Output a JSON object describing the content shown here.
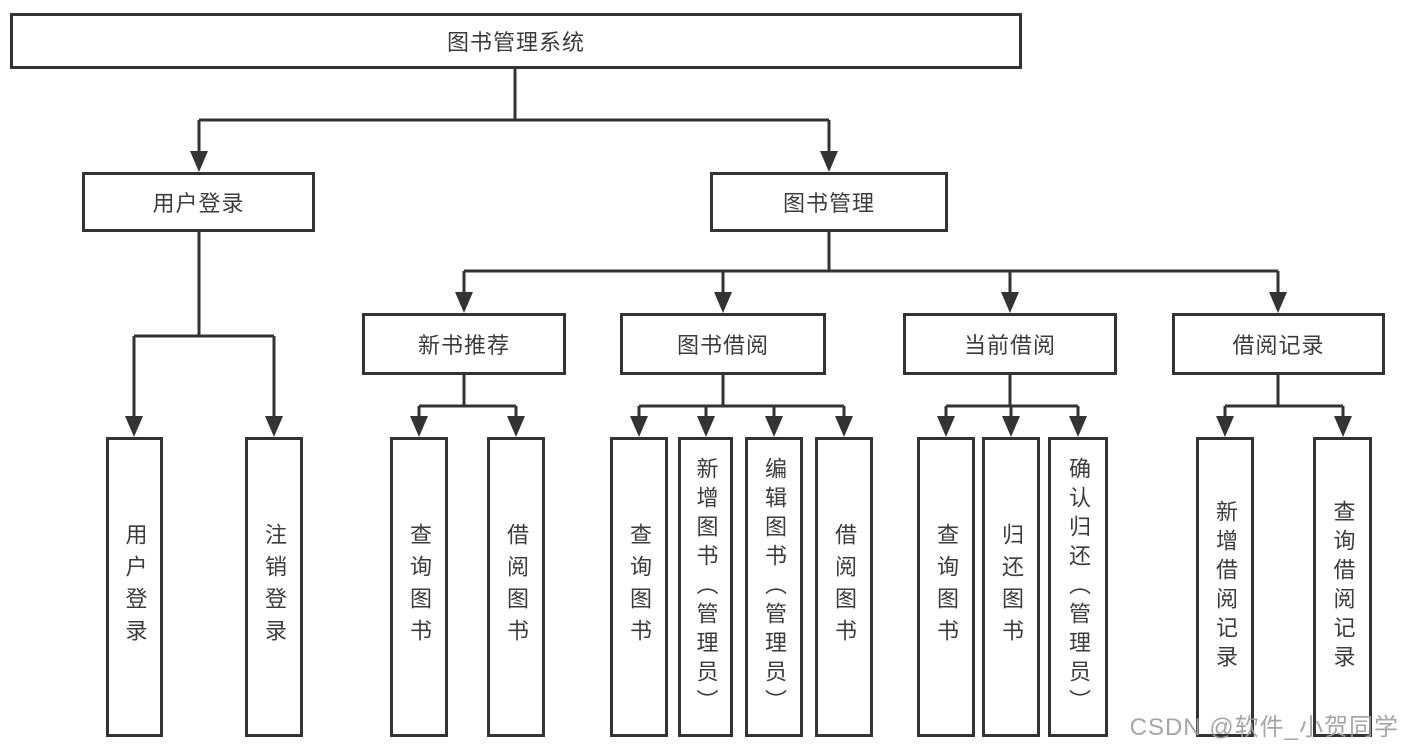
{
  "tree": {
    "label": "图书管理系统",
    "children": [
      {
        "label": "用户登录",
        "children": [
          {
            "label": "用户登录"
          },
          {
            "label": "注销登录"
          }
        ]
      },
      {
        "label": "图书管理",
        "children": [
          {
            "label": "新书推荐",
            "children": [
              {
                "label": "查询图书"
              },
              {
                "label": "借阅图书"
              }
            ]
          },
          {
            "label": "图书借阅",
            "children": [
              {
                "label": "查询图书"
              },
              {
                "label": "新增图书（管理员）"
              },
              {
                "label": "编辑图书（管理员）"
              },
              {
                "label": "借阅图书"
              }
            ]
          },
          {
            "label": "当前借阅",
            "children": [
              {
                "label": "查询图书"
              },
              {
                "label": "归还图书"
              },
              {
                "label": "确认归还（管理员）"
              }
            ]
          },
          {
            "label": "借阅记录",
            "children": [
              {
                "label": "新增借阅记录"
              },
              {
                "label": "查询借阅记录"
              }
            ]
          }
        ]
      }
    ]
  },
  "watermark": {
    "text": "CSDN @软件_小贺同学"
  },
  "colors": {
    "line": "#333333",
    "box_border": "#333333",
    "text": "#3c3c3c",
    "watermark": "#9e9e9e",
    "background": "#ffffff"
  }
}
